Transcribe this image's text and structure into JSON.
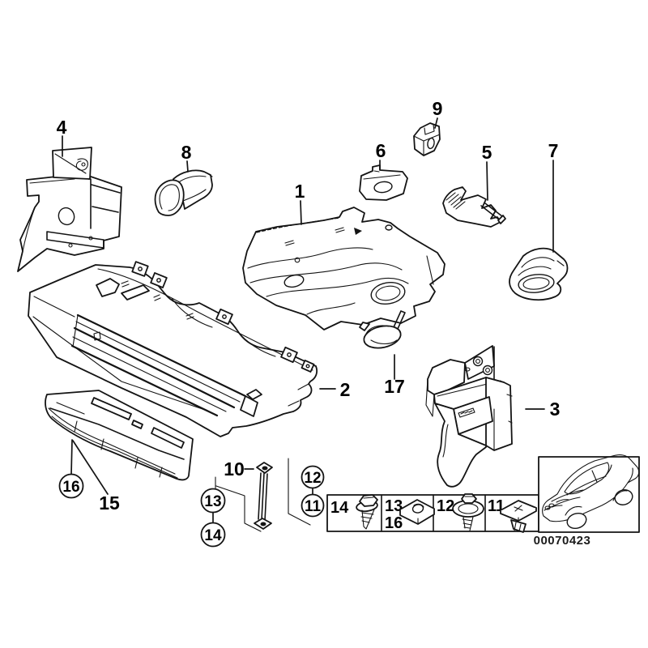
{
  "callouts": {
    "n1": "1",
    "n2": "2",
    "n3": "3",
    "n4": "4",
    "n5": "5",
    "n6": "6",
    "n7": "7",
    "n8": "8",
    "n9": "9",
    "n10": "10",
    "n15": "15",
    "n17": "17"
  },
  "circled": {
    "b11": "11",
    "b12": "12",
    "b13": "13",
    "b14": "14",
    "b16": "16"
  },
  "legend": {
    "cells": [
      {
        "label": "14",
        "icon": "hex-flange-screw-icon"
      },
      {
        "label": "13",
        "label2": "16",
        "icon": "clip-nut-icon"
      },
      {
        "label": "12",
        "icon": "washer-screw-icon"
      },
      {
        "label": "11",
        "icon": "expansion-rivet-icon"
      }
    ]
  },
  "footer": {
    "code": "00070423"
  },
  "colors": {
    "line": "#141414",
    "background": "#ffffff"
  }
}
